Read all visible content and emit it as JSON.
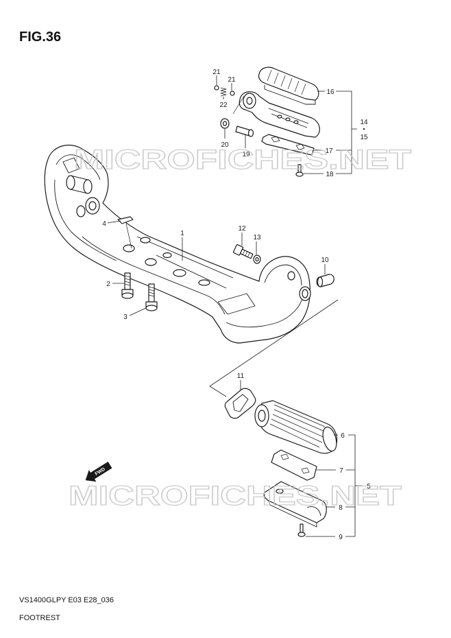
{
  "figure_label": "FIG.36",
  "watermark_text": "MICROFICHES.NET",
  "fwd_label": "FWD",
  "callouts": [
    "21",
    "21",
    "22",
    "16",
    "14",
    "15",
    "20",
    "19",
    "17",
    "18",
    "4",
    "1",
    "12",
    "13",
    "10",
    "2",
    "3",
    "11",
    "6",
    "7",
    "5",
    "8",
    "9"
  ],
  "footer": {
    "model_code": "VS1400GLPY E03 E28_036",
    "title": "FOOTREST"
  },
  "colors": {
    "ink": "#1a1a1a",
    "watermark": "#c4c4c4",
    "background": "#ffffff"
  }
}
